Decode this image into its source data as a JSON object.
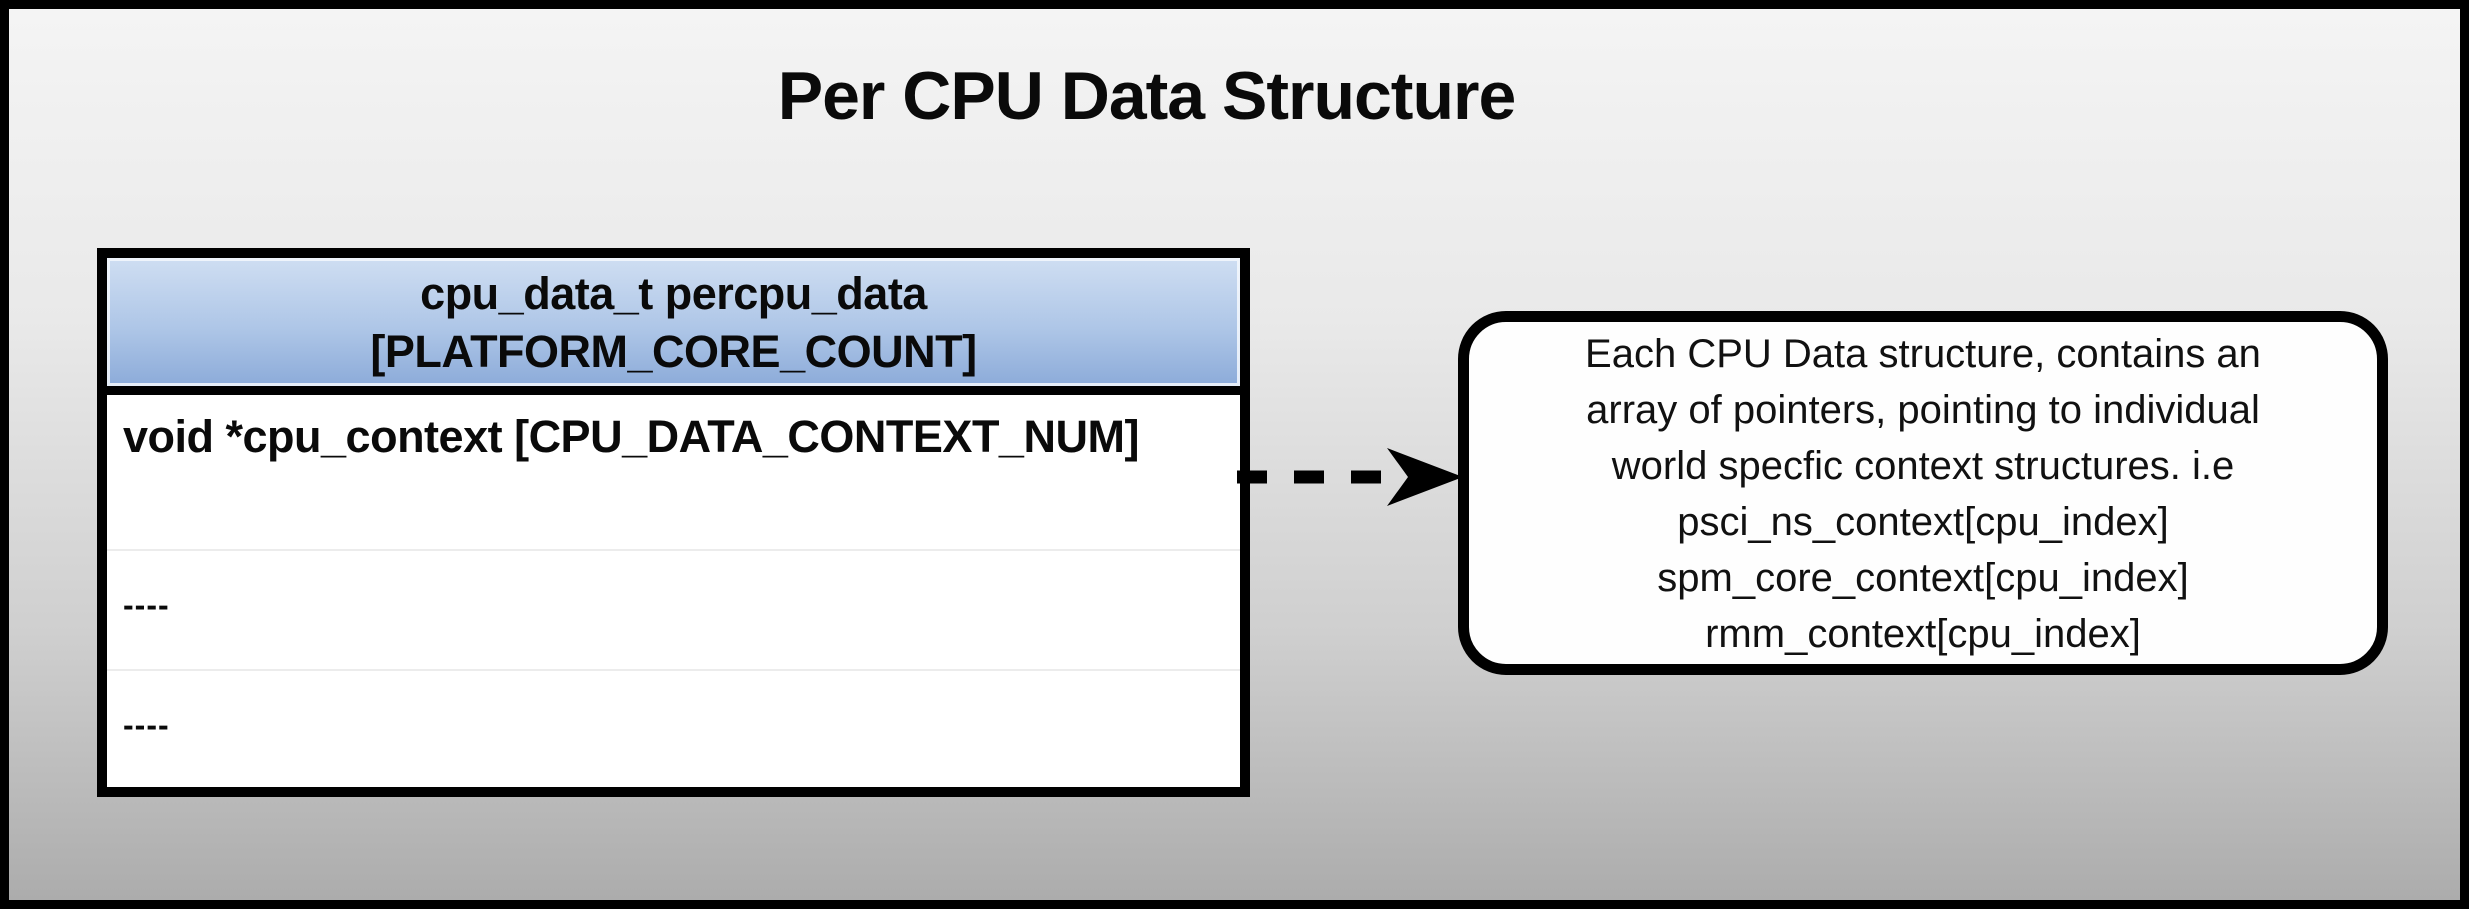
{
  "title": "Per CPU Data Structure",
  "struct_table": {
    "header": {
      "line1": "cpu_data_t percpu_data",
      "line2": "[PLATFORM_CORE_COUNT]"
    },
    "rows": [
      {
        "label": "void *cpu_context [CPU_DATA_CONTEXT_NUM]"
      },
      {
        "label": "----"
      },
      {
        "label": "----"
      }
    ]
  },
  "note_box": {
    "lines": [
      "Each CPU Data structure, contains an",
      "array of pointers, pointing to individual",
      "world specfic context structures. i.e",
      "psci_ns_context[cpu_index]",
      "spm_core_context[cpu_index]",
      "rmm_context[cpu_index]"
    ]
  },
  "colors": {
    "header_gradient_top": "#cfdef2",
    "header_gradient_bottom": "#8cabd9",
    "background_top": "#f4f4f4",
    "background_bottom": "#acacac",
    "border": "#000000",
    "box_fill": "#fefefe"
  }
}
